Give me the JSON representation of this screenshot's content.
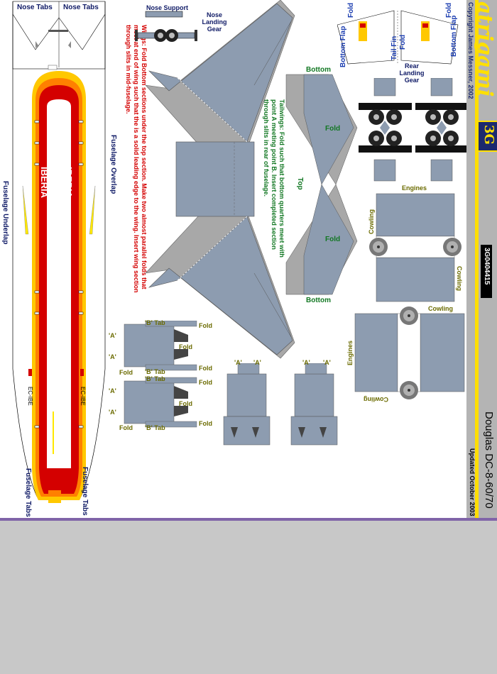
{
  "branding": {
    "logo_text": "atrigami",
    "copyright": "Copyright James Messner, 2002",
    "badge": "3G",
    "part_number": "3G0404415",
    "model_name": "Douglas DC-8-60/70",
    "updated": "Updated October 2003"
  },
  "fuselage": {
    "nose_tabs_left": "Nose Tabs",
    "nose_tabs_right": "Nose Tabs",
    "underlap": "Fuselage Underlap",
    "overlap": "Fuselage Overlap",
    "tabs_left": "Fuselage Tabs",
    "tabs_right": "Fuselage Tabs",
    "airline": "IBERIA",
    "registration": "EC-IBE"
  },
  "nose_gear": {
    "support": "Nose Support",
    "gear": "Nose Landing Gear"
  },
  "instructions": {
    "wings": "Wings: Fold Bottom sections under the top section. Make two almost parallel folds that meet at end of wing such that the is a solid leading edge to the wing. Insert wing section through slits in mid-fuselage.",
    "tailwings": "Tailwings: Fold such that bottom quarters meet with point A meeting point B. Insert completed section through slits in rear of fuselage."
  },
  "tail_fin": {
    "bottom_flap_left": "Bottom Flap",
    "bottom_flap_right": "Bottom Flap",
    "fold_left": "Fold",
    "fold_right": "Fold",
    "fold_center": "Fold",
    "tail_fin": "Tail Fin"
  },
  "tailwing_labels": {
    "bottom_top": "Bottom",
    "bottom_lower": "Bottom",
    "fold_upper": "Fold",
    "fold_lower": "Fold",
    "top": "Top"
  },
  "rear_gear": {
    "label": "Rear Landing Gear"
  },
  "engines": {
    "engines_top": "Engines",
    "engines_side": "Engines",
    "cowling_1": "Cowling",
    "cowling_2": "Cowling",
    "cowling_3": "Cowling",
    "cowling_4": "Cowling"
  },
  "pylons": {
    "a_tab": "'A'",
    "b_tab": "'B' Tab",
    "fold": "Fold"
  },
  "colors": {
    "panel_gray": "#8d9cb0",
    "dark_gray": "#3c3c3c",
    "iberia_red": "#d40000",
    "iberia_yellow": "#ffc800",
    "iberia_orange": "#ff8000"
  }
}
